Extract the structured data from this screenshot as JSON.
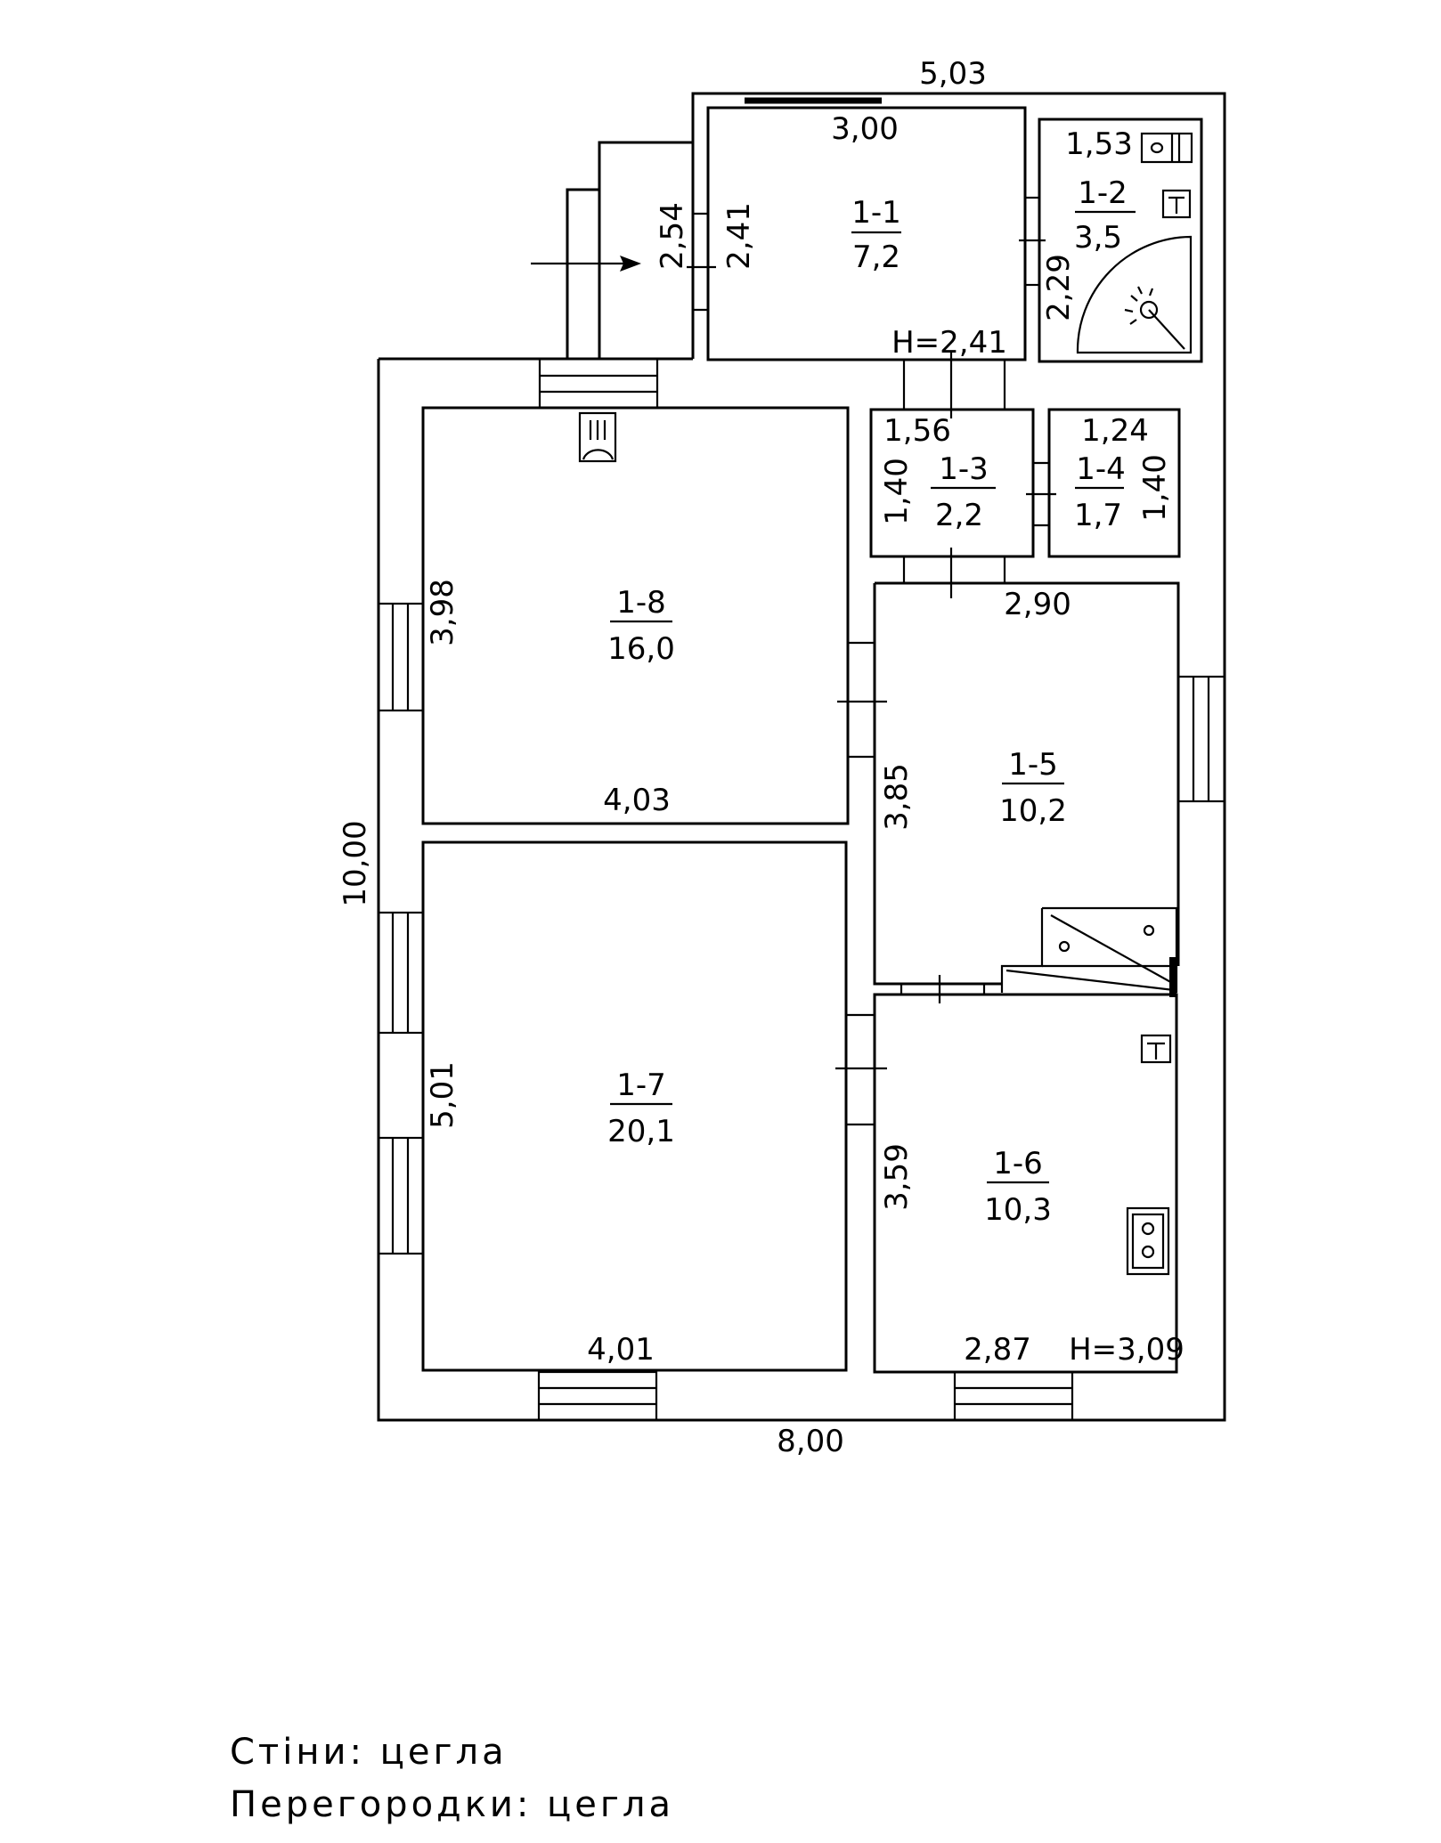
{
  "rooms": [
    {
      "id": "1-1",
      "area": "7,2"
    },
    {
      "id": "1-2",
      "area": "3,5"
    },
    {
      "id": "1-3",
      "area": "2,2"
    },
    {
      "id": "1-4",
      "area": "1,7"
    },
    {
      "id": "1-5",
      "area": "10,2"
    },
    {
      "id": "1-6",
      "area": "10,3"
    },
    {
      "id": "1-7",
      "area": "20,1"
    },
    {
      "id": "1-8",
      "area": "16,0"
    }
  ],
  "dimensions": {
    "top_outer": "5,03",
    "r11_width": "3,00",
    "r11_height": "2,41",
    "porch_depth": "2,54",
    "r12_width": "1,53",
    "r12_height": "2,29",
    "r11_ceiling": "H=2,41",
    "r13_width": "1,56",
    "r13_height": "1,40",
    "r14_width": "1,24",
    "r14_height": "1,40",
    "r15_width": "2,90",
    "r15_height": "3,85",
    "r18_height": "3,98",
    "r18_width": "4,03",
    "total_height": "10,00",
    "r17_height": "5,01",
    "r17_width": "4,01",
    "r16_height": "3,59",
    "r16_width": "2,87",
    "r16_ceiling": "H=3,09",
    "bottom_outer": "8,00"
  },
  "legend": {
    "walls": "Стіни:  цегла",
    "partitions": "Перегородки:  цегла"
  },
  "line_color": "#000000"
}
